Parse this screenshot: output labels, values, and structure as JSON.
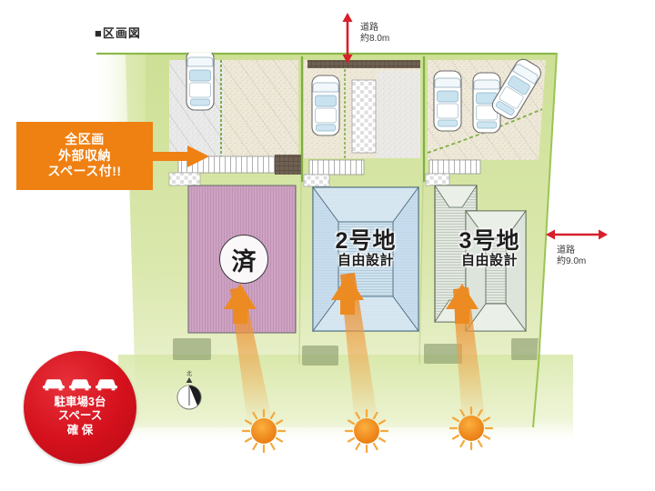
{
  "heading": "■区画図",
  "dimensions": {
    "top_road": {
      "label": "道路",
      "value": "約8.0m",
      "arrow": "double-arrow-vertical",
      "color": "#d81f2a"
    },
    "right_road": {
      "label": "道路",
      "value": "約9.0m",
      "arrow": "double-arrow-horizontal",
      "color": "#d81f2a"
    }
  },
  "callout": {
    "line1": "全区画",
    "line2": "外部収納",
    "line3": "スペース付!!",
    "bg_color": "#ef8012",
    "text_color": "#ffffff",
    "arrow": "arrow-right"
  },
  "badge": {
    "line1": "駐車場3台",
    "line2": "スペース",
    "line3": "確 保",
    "bg_color": "#d4101c",
    "text_color": "#ffffff",
    "car_icon_count": 3
  },
  "lots": [
    {
      "id": "lot-1",
      "number": "",
      "subtitle": "",
      "status_mark": "済",
      "status": "sold",
      "plot_color": "#c79bbd",
      "roof_color": "#c79bbd",
      "car_count": 1
    },
    {
      "id": "lot-2",
      "number": "2号地",
      "subtitle": "自由設計",
      "status_mark": "",
      "status": "available",
      "plot_color": "#bcd7e6",
      "roof_color": "#bcd7e6",
      "car_count": 1
    },
    {
      "id": "lot-3",
      "number": "3号地",
      "subtitle": "自由設計",
      "status_mark": "",
      "status": "available",
      "plot_color": "#cfd9cc",
      "roof_color": "#cfd9cc",
      "car_count": 3
    }
  ],
  "compass": {
    "label": "北",
    "name": "north-arrow"
  },
  "sun_icons": {
    "count": 3,
    "color": "#f08a1e",
    "name": "sun-icon"
  },
  "colors": {
    "site_green": "#cfe29a",
    "lawn_light": "#dfeab4",
    "hedge": "#7fae44",
    "gravel": "#ece7d8",
    "stone": "#e3e3e3",
    "road_red": "#d81f2a",
    "orange": "#ef8012"
  }
}
